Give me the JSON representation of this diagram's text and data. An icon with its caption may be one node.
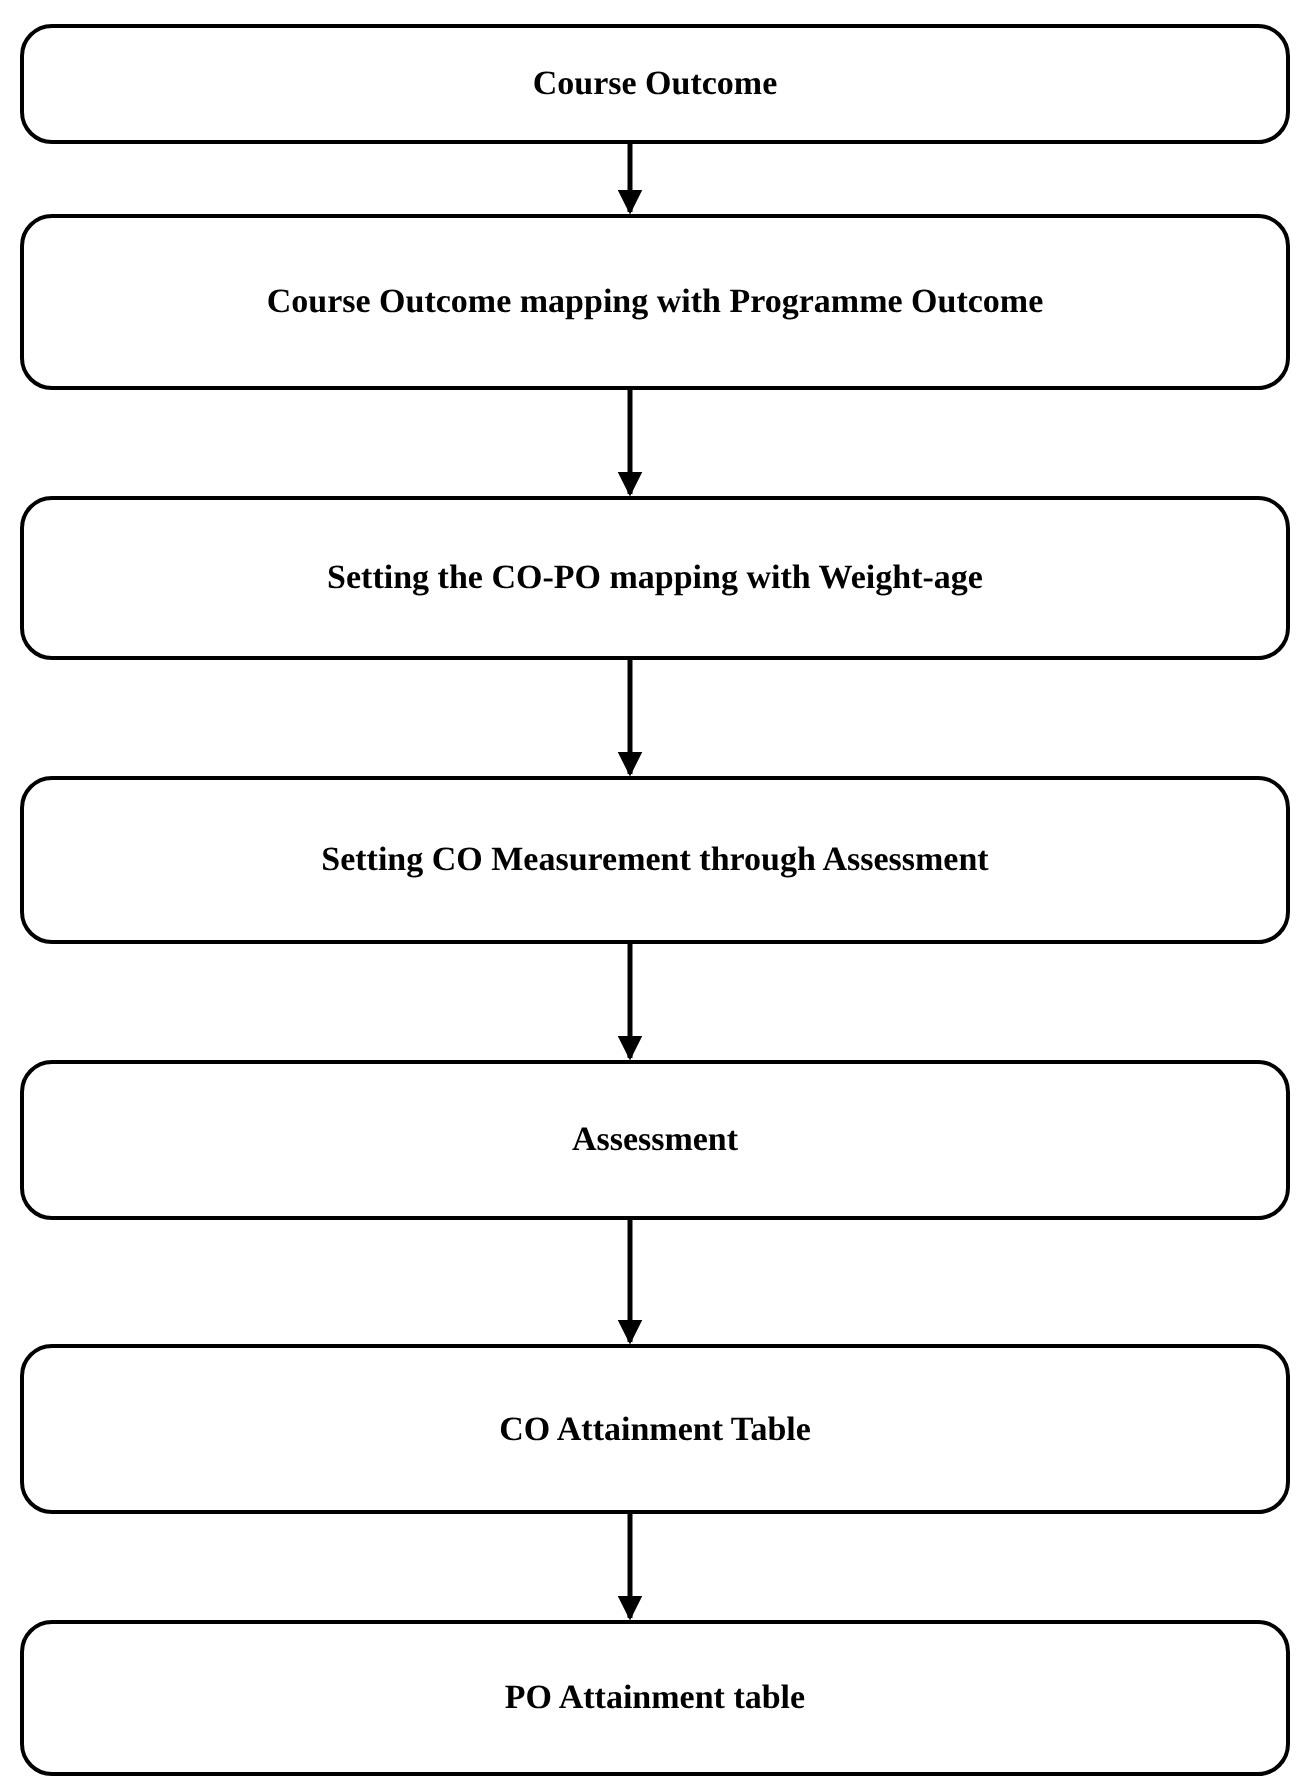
{
  "diagram": {
    "nodes": [
      {
        "text": [
          "Course Outcome"
        ]
      },
      {
        "text": [
          "Course Outcome mapping with Programme Outcome"
        ]
      },
      {
        "text": [
          "Setting the CO-PO mapping with Weight-age"
        ]
      },
      {
        "text": [
          "Setting CO Measurement through Assessment"
        ]
      },
      {
        "text": [
          "Assessment"
        ]
      },
      {
        "text": [
          "CO Attainment Table"
        ]
      },
      {
        "text": [
          "PO Attainment table"
        ]
      }
    ],
    "edges": [
      {
        "from": 0,
        "to": 1,
        "arrow": "to"
      },
      {
        "from": 1,
        "to": 2,
        "arrow": "to"
      },
      {
        "from": 2,
        "to": 3,
        "arrow": "to"
      },
      {
        "from": 3,
        "to": 4,
        "arrow": "to"
      },
      {
        "from": 4,
        "to": 5,
        "arrow": "to"
      },
      {
        "from": 5,
        "to": 6,
        "arrow": "to"
      }
    ]
  }
}
